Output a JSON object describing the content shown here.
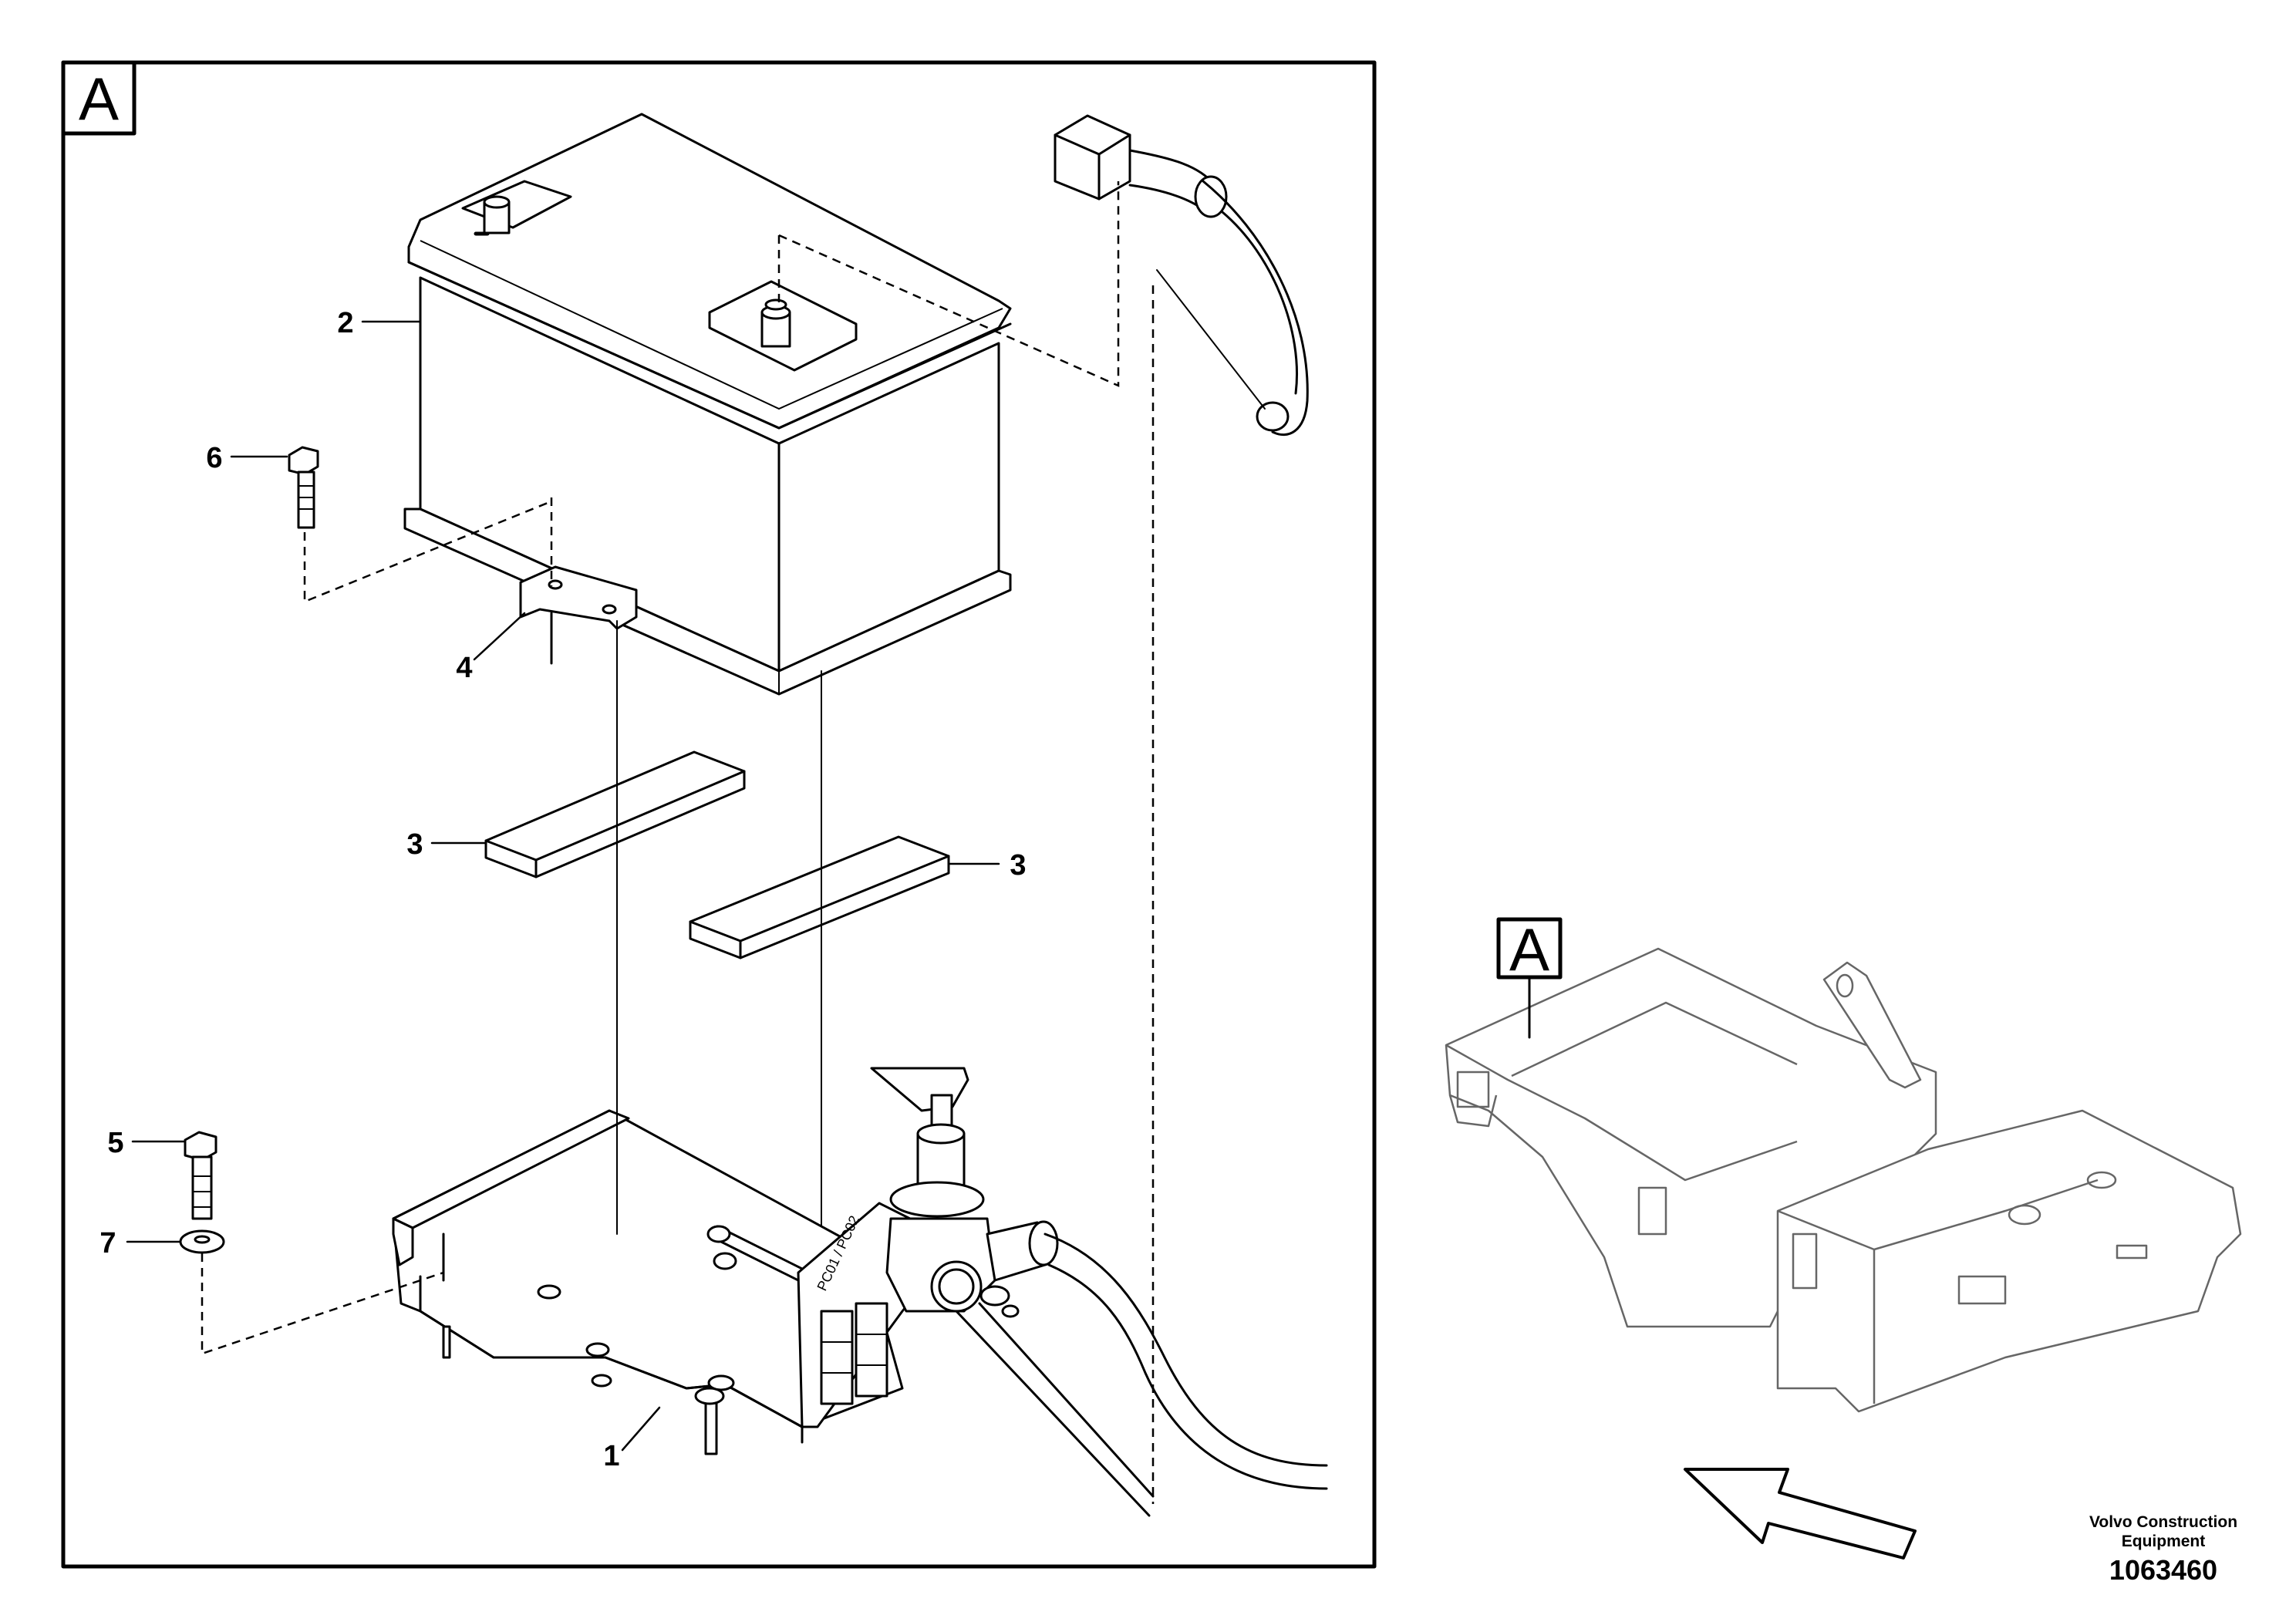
{
  "detail_view": {
    "label": "A",
    "callouts": [
      {
        "id": "part-1",
        "text": "1"
      },
      {
        "id": "part-2",
        "text": "2"
      },
      {
        "id": "part-3a",
        "text": "3"
      },
      {
        "id": "part-3b",
        "text": "3"
      },
      {
        "id": "part-4",
        "text": "4"
      },
      {
        "id": "part-5",
        "text": "5"
      },
      {
        "id": "part-6",
        "text": "6"
      },
      {
        "id": "part-7",
        "text": "7"
      }
    ]
  },
  "overview": {
    "label": "A"
  },
  "footer": {
    "brand_line1": "Volvo Construction",
    "brand_line2": "Equipment",
    "part_number": "1063460"
  }
}
